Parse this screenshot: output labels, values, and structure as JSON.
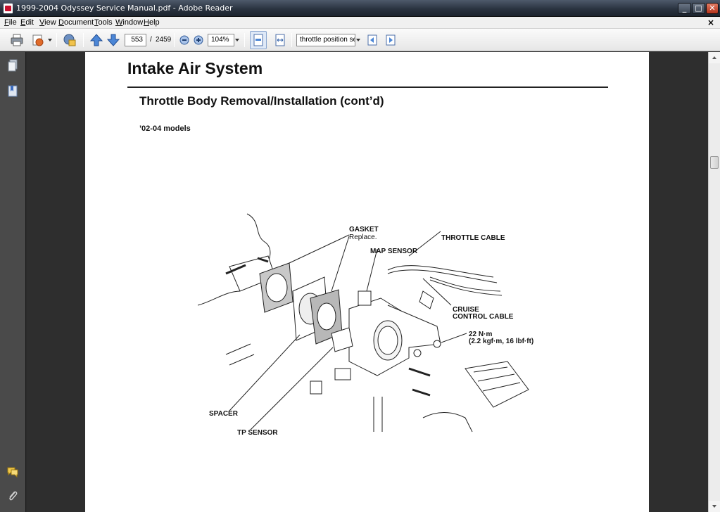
{
  "window": {
    "title": "1999-2004 Odyssey Service Manual.pdf - Adobe Reader",
    "controls": {
      "minimize": "_",
      "maximize": "□",
      "close": "✕"
    }
  },
  "menu": {
    "items": [
      "File",
      "Edit",
      "View",
      "Document",
      "Tools",
      "Window",
      "Help"
    ],
    "close_doc": "×"
  },
  "toolbar": {
    "page_current": "553",
    "page_separator": "/",
    "page_total": "2459",
    "zoom": "104%",
    "search_text": "throttle position se"
  },
  "document": {
    "heading": "Intake Air System",
    "subheading": "Throttle Body Removal/Installation (cont’d)",
    "model_note": "’02-04 models",
    "diagram_labels": {
      "gasket": "GASKET",
      "gasket_note": "Replace.",
      "map_sensor": "MAP SENSOR",
      "throttle_cable": "THROTTLE CABLE",
      "cruise": "CRUISE",
      "control_cable": "CONTROL CABLE",
      "torque": "22 N·m",
      "torque_note": "(2.2 kgf·m, 16 lbf·ft)",
      "spacer": "SPACER",
      "tp_sensor": "TP SENSOR"
    }
  },
  "colors": {
    "titlebar": "#2a3340",
    "close_button": "#c83b24",
    "document_bg": "#2e2e2e",
    "nav_panel": "#4a4a4a"
  }
}
